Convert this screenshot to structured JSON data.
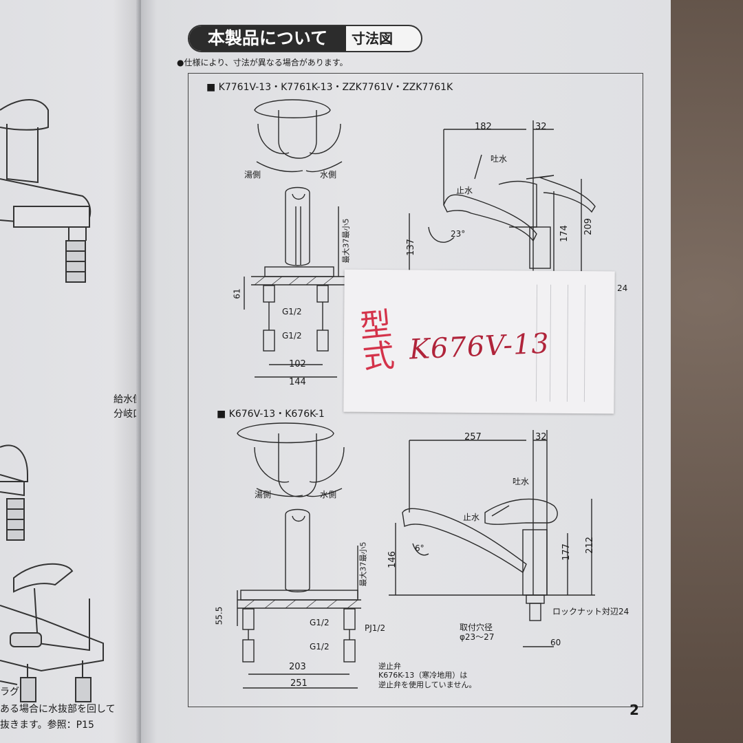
{
  "page": {
    "section_title": "本製品について",
    "section_sub": "寸法図",
    "note": "●仕様により、寸法が異なる場合があります。",
    "page_number": "2"
  },
  "models": {
    "top": "■ K7761V-13・K7761K-13・ZZK7761V・ZZK7761K",
    "bottom": "■ K676V-13・K676K-1"
  },
  "top_diagram": {
    "hot_side": "湯側",
    "cold_side": "水側",
    "spout_out": "吐水",
    "stop": "止水",
    "dim_182": "182",
    "dim_32": "32",
    "dim_209": "209",
    "dim_174": "174",
    "dim_137": "137",
    "angle_23": "23°",
    "max_label": "最大37最小5",
    "dim_61": "61",
    "g1": "G1/2",
    "g2": "G1/2",
    "dim_102": "102",
    "dim_144": "144",
    "dim_24": "24"
  },
  "bottom_diagram": {
    "hot_side": "湯側",
    "cold_side": "水側",
    "spout_out": "吐水",
    "stop": "止水",
    "dim_257": "257",
    "dim_32": "32",
    "dim_212": "212",
    "dim_177": "177",
    "dim_146": "146",
    "angle_6": "6°",
    "max_label": "最大37最小5",
    "dim_55_5": "55.5",
    "g1": "G1/2",
    "pj": "PJ1/2",
    "g2": "G1/2",
    "dim_203": "203",
    "dim_251": "251",
    "lock_nut": "ロックナット対辺24",
    "mount_hole": "取付穴径",
    "mount_dia": "φ23～27",
    "dim_60": "60",
    "check_valve": "逆止弁",
    "check_note_1": "K676K-13（寒冷地用）は",
    "check_note_2": "逆止弁を使用していません。"
  },
  "handwritten_note": {
    "label": "型式",
    "model": "K676V-13"
  },
  "left_page": {
    "supply_1": "給水側",
    "supply_2": "分岐口",
    "plug": "ラグ",
    "bottom_1": "ある場合に水抜部を回して",
    "bottom_2": "抜きます。参照：P15"
  }
}
